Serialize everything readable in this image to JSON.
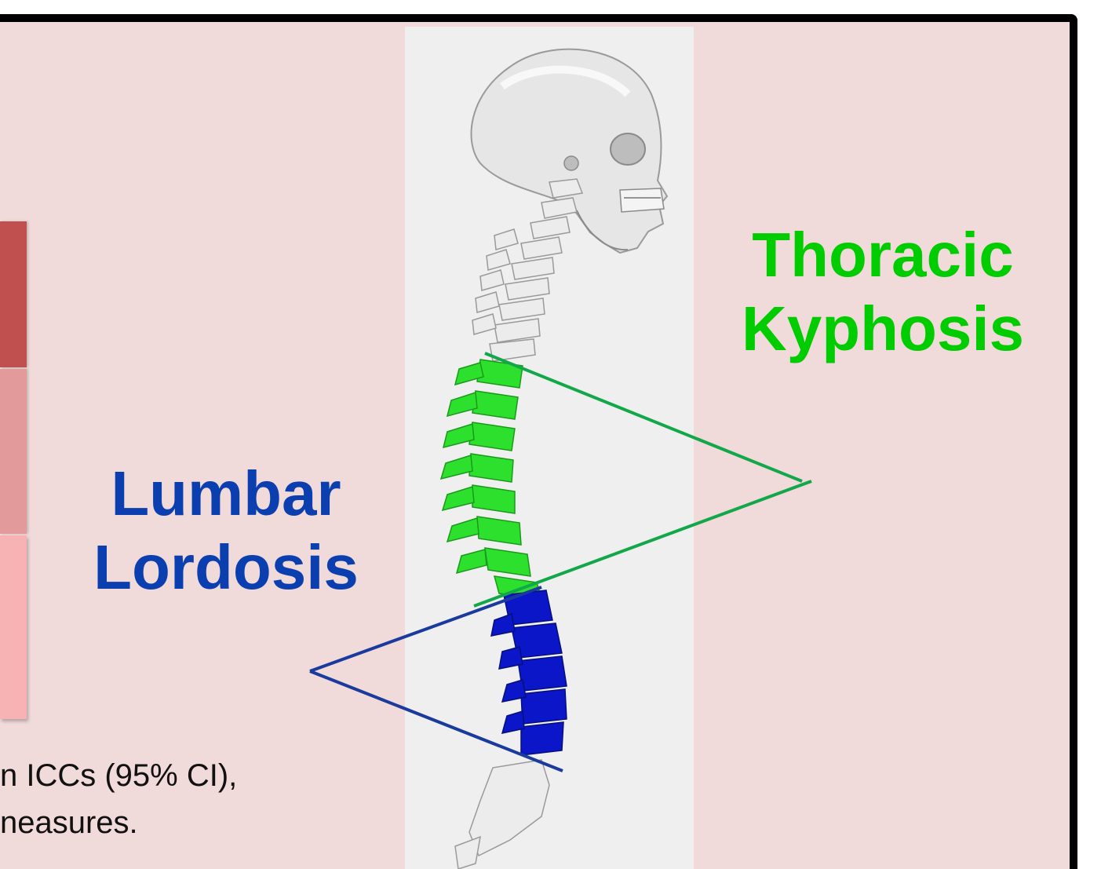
{
  "labels": {
    "thoracic_line1": "Thoracic",
    "thoracic_line2": "Kyphosis",
    "lumbar_line1": "Lumbar",
    "lumbar_line2": "Lordosis"
  },
  "caption": {
    "line1": "n ICCs (95% CI),",
    "line2": "neasures."
  },
  "colors": {
    "panel_background": "#f1dada",
    "thoracic_label": "#00cc00",
    "lumbar_label": "#0b3fb0",
    "thoracic_angle_lines": "#12a84a",
    "lumbar_angle_lines": "#1a3a9e",
    "thoracic_vertebrae": "#2ee02e",
    "lumbar_vertebrae": "#0a16c8",
    "bone": "#e8e8e8"
  },
  "illustration": {
    "subject": "skull-and-spine-lateral-view",
    "highlighted_regions": [
      "thoracic",
      "lumbar"
    ]
  }
}
